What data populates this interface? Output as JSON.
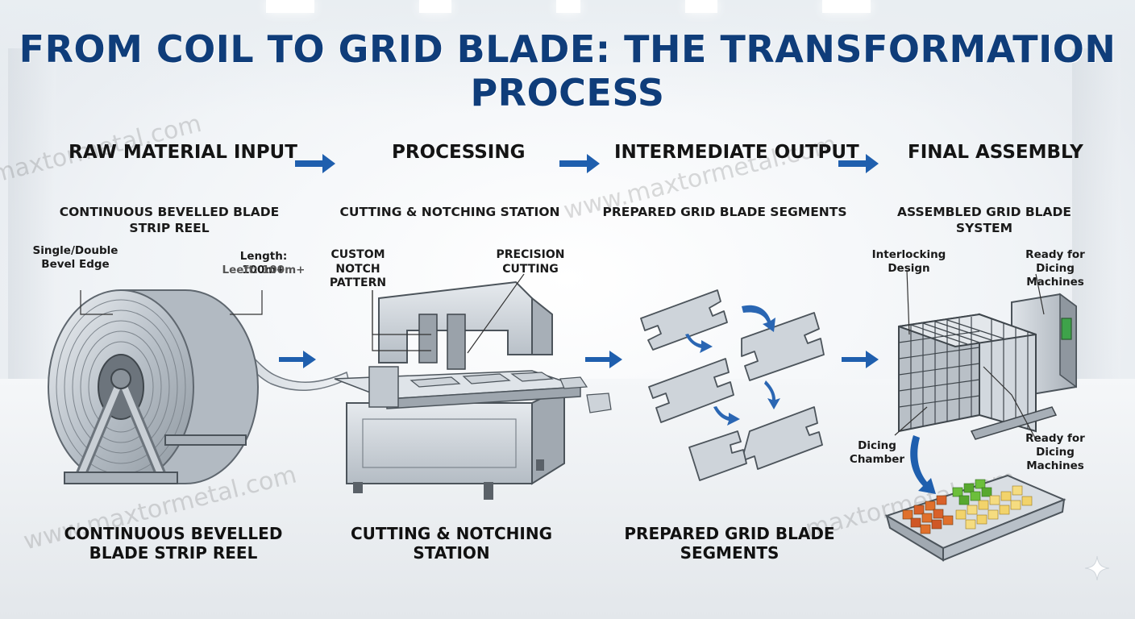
{
  "title": "FROM COIL TO GRID BLADE: THE TRANSFORMATION PROCESS",
  "stages": [
    {
      "heading": "RAW MATERIAL INPUT",
      "subtitle": "CONTINUOUS BEVELLED BLADE STRIP REEL",
      "bottom_label": "CONTINUOUS BEVELLED BLADE STRIP REEL"
    },
    {
      "heading": "PROCESSING",
      "subtitle": "CUTTING & NOTCHING STATION",
      "bottom_label": "CUTTING & NOTCHING STATION"
    },
    {
      "heading": "INTERMEDIATE OUTPUT",
      "subtitle": "PREPARED GRID BLADE SEGMENTS",
      "bottom_label": "PREPARED GRID BLADE SEGMENTS"
    },
    {
      "heading": "FINAL ASSEMBLY",
      "subtitle": "ASSEMBLED GRID BLADE SYSTEM"
    }
  ],
  "callouts": {
    "bevel_edge": "Single/Double Bevel Edge",
    "length": "Length: 100m+",
    "length_ghost": "Leeft: 100m+",
    "custom_notch": "CUSTOM NOTCH PATTERN",
    "precision_cutting": "PRECISION CUTTING",
    "interlocking": "Interlocking Design",
    "ready_top": "Ready for Dicing Machines",
    "ready_bottom": "Ready for Dicing Machines",
    "dicing_chamber": "Dicing Chamber"
  },
  "watermark": {
    "text_short": "maxtormetal.com",
    "text_full": "www.maxtormetal.com"
  },
  "colors": {
    "title": "#0f3d7a",
    "arrow": "#1f5fae",
    "steel": "#c8ced5"
  }
}
